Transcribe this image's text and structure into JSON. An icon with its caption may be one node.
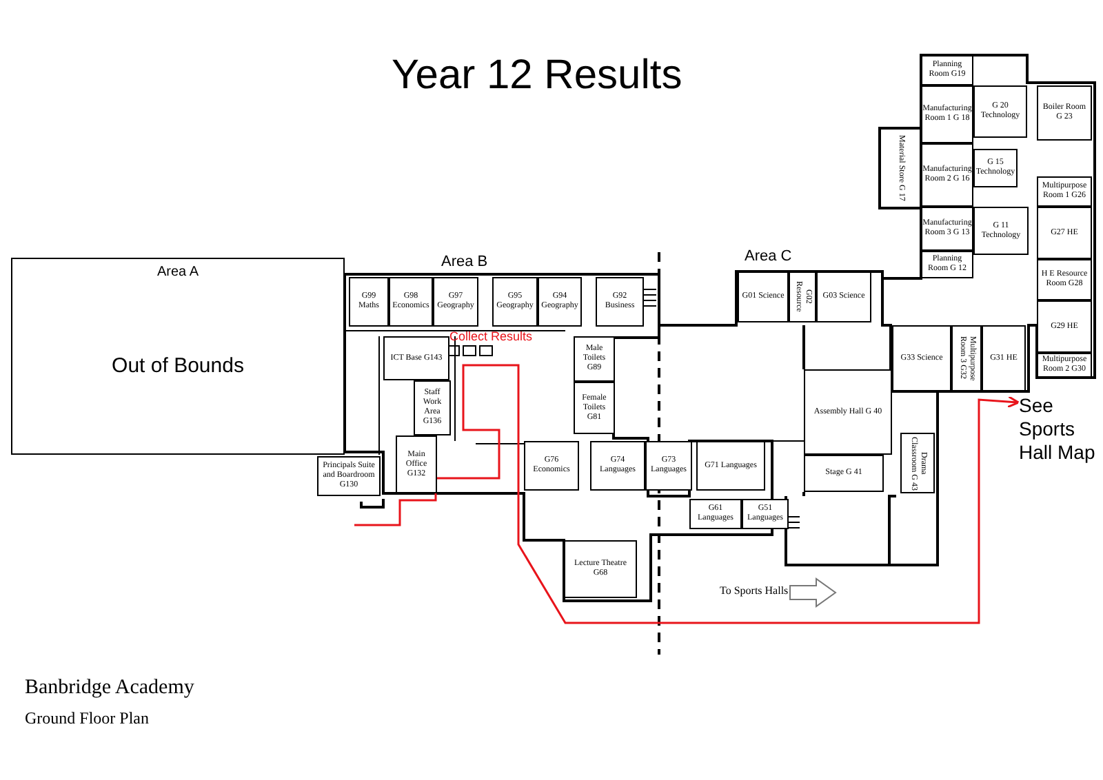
{
  "diagram": {
    "title": "Year 12 Results",
    "nodes": [
      {
        "text": [
          "Area A",
          "Out of Bounds"
        ]
      },
      {
        "text": [
          "G99 Maths"
        ]
      },
      {
        "text": [
          "G98 Economics"
        ]
      },
      {
        "text": [
          "G97 Geography"
        ]
      },
      {
        "text": [
          "G95 Geography"
        ]
      },
      {
        "text": [
          "G94 Geography"
        ]
      },
      {
        "text": [
          "G92 Business"
        ]
      },
      {
        "text": [
          "ICT Base G143"
        ]
      },
      {
        "text": [
          "Staff Work Area G136"
        ]
      },
      {
        "text": [
          "Main Office G132"
        ]
      },
      {
        "text": [
          "Principals Suite and Boardroom G130"
        ]
      },
      {
        "text": [
          "Male Toilets G89"
        ]
      },
      {
        "text": [
          "Female Toilets G81"
        ]
      },
      {
        "text": [
          "G76 Economics"
        ]
      },
      {
        "text": [
          "G74 Languages"
        ]
      },
      {
        "text": [
          "G73 Languages"
        ]
      },
      {
        "text": [
          "G71 Languages"
        ]
      },
      {
        "text": [
          "G61 Languages"
        ]
      },
      {
        "text": [
          "G51 Languages"
        ]
      },
      {
        "text": [
          "Lecture Theatre G68"
        ]
      },
      {
        "text": [
          "G01 Science"
        ]
      },
      {
        "text": [
          "G02 Resource"
        ]
      },
      {
        "text": [
          "G03 Science"
        ]
      },
      {
        "text": [
          "Assembly Hall G 40"
        ]
      },
      {
        "text": [
          "Stage G 41"
        ]
      },
      {
        "text": [
          "Drama Classroom G 43"
        ]
      },
      {
        "text": [
          "G33 Science"
        ]
      },
      {
        "text": [
          "Multipurpose Room 3 G32"
        ]
      },
      {
        "text": [
          "G31 HE"
        ]
      },
      {
        "text": [
          "Planning Room G19"
        ]
      },
      {
        "text": [
          "Manufacturing Room 1 G 18"
        ]
      },
      {
        "text": [
          "G 20 Technology"
        ]
      },
      {
        "text": [
          "Boiler Room G 23"
        ]
      },
      {
        "text": [
          "Material Store G 17"
        ]
      },
      {
        "text": [
          "Manufacturing Room 2 G 16"
        ]
      },
      {
        "text": [
          "G 15 Technology"
        ]
      },
      {
        "text": [
          "Multipurpose Room 1 G26"
        ]
      },
      {
        "text": [
          "G27 HE"
        ]
      },
      {
        "text": [
          "Manufacturing Room 3 G 13"
        ]
      },
      {
        "text": [
          "G 11 Technology"
        ]
      },
      {
        "text": [
          "Planning Room G 12"
        ]
      },
      {
        "text": [
          "H E Resource Room G28"
        ]
      },
      {
        "text": [
          "G29 HE"
        ]
      },
      {
        "text": [
          "Multipurpose Room 2 G30"
        ]
      },
      {
        "text": [
          "See Sports Hall Map"
        ]
      }
    ],
    "edges": [
      {
        "from": null,
        "to": 44,
        "arrow": "to",
        "color": "#e8141b"
      }
    ],
    "labels": [
      "Area B",
      "Area C",
      "Collect Results",
      "To Sports Halls",
      "Banbridge Academy",
      "Ground Floor Plan"
    ]
  }
}
